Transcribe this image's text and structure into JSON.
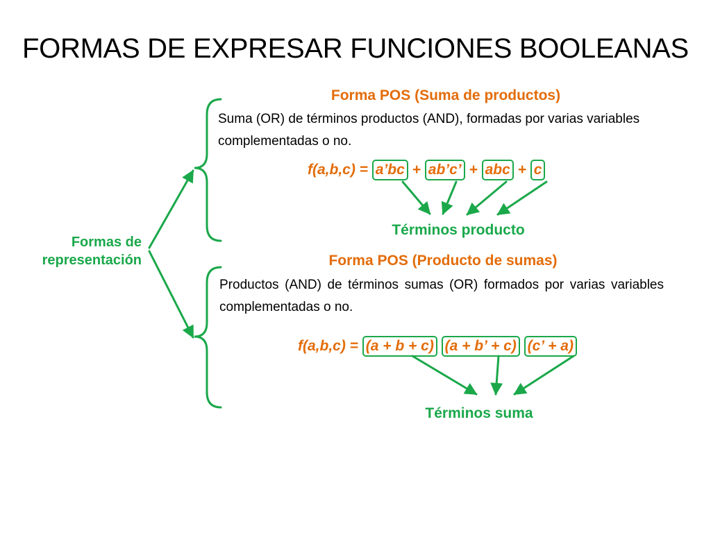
{
  "title": "FORMAS DE EXPRESAR FUNCIONES BOOLEANAS",
  "side_label": {
    "line1": "Formas de",
    "line2": "representación"
  },
  "sop": {
    "heading": "Forma POS (Suma de productos)",
    "description": "Suma (OR) de términos productos (AND), formadas por varias variables complementadas o no.",
    "formula_prefix": "f(a,b,c) =",
    "terms": [
      "a’bc",
      "ab’c’",
      "abc",
      "c"
    ],
    "separators": [
      "+",
      "+",
      "+"
    ],
    "caption": "Términos producto"
  },
  "pos": {
    "heading": "Forma POS (Producto de sumas)",
    "description": "Productos (AND) de términos sumas (OR) formados por varias variables complementadas o no.",
    "formula_prefix": "f(a,b,c) =",
    "terms": [
      "(a + b + c)",
      "(a + b’ + c)",
      "(c’ + a)"
    ],
    "caption": "Términos suma"
  },
  "colors": {
    "accent_orange": "#e36c09",
    "accent_green": "#1aa84a"
  }
}
